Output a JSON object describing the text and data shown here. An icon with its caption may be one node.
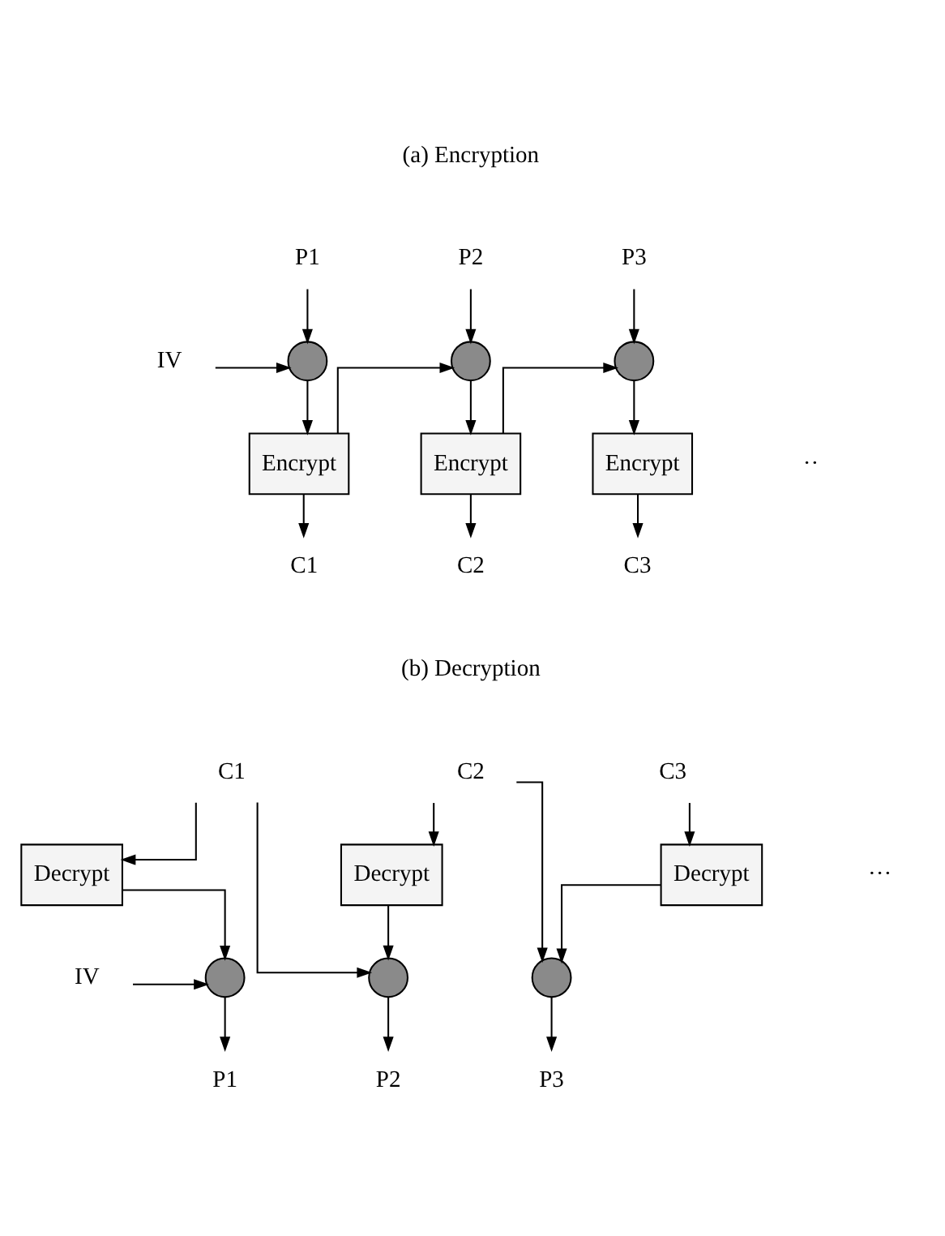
{
  "diagram": {
    "nodes": [
      {
        "text": [
          "P1"
        ]
      },
      {
        "text": [
          "P2"
        ]
      },
      {
        "text": [
          "P3"
        ]
      },
      {
        "text": [
          "IV"
        ]
      },
      {
        "text": [],
        "shape": "circle"
      },
      {
        "text": [],
        "shape": "circle"
      },
      {
        "text": [],
        "shape": "circle"
      },
      {
        "text": [
          "Encrypt"
        ]
      },
      {
        "text": [
          "Encrypt"
        ]
      },
      {
        "text": [
          "Encrypt"
        ]
      },
      {
        "text": [
          "C1"
        ]
      },
      {
        "text": [
          "C2"
        ]
      },
      {
        "text": [
          "C3"
        ]
      },
      {
        "text": [
          "C1"
        ]
      },
      {
        "text": [
          "C2"
        ]
      },
      {
        "text": [
          "C3"
        ]
      },
      {
        "text": [
          "Decrypt"
        ]
      },
      {
        "text": [
          "Decrypt"
        ]
      },
      {
        "text": [
          "Decrypt"
        ]
      },
      {
        "text": [
          "IV"
        ]
      },
      {
        "text": [],
        "shape": "circle"
      },
      {
        "text": [],
        "shape": "circle"
      },
      {
        "text": [],
        "shape": "circle"
      },
      {
        "text": [
          "P1"
        ]
      },
      {
        "text": [
          "P2"
        ]
      },
      {
        "text": [
          "P3"
        ]
      }
    ],
    "edges": [
      {
        "from": 0,
        "to": 4,
        "arrow": "to"
      },
      {
        "from": 3,
        "to": 4,
        "arrow": "to"
      },
      {
        "from": 4,
        "to": 7,
        "arrow": "to"
      },
      {
        "from": 7,
        "to": 10,
        "arrow": "to"
      },
      {
        "from": 7,
        "to": 5,
        "arrow": "to"
      },
      {
        "from": 1,
        "to": 5,
        "arrow": "to"
      },
      {
        "from": 5,
        "to": 8,
        "arrow": "to"
      },
      {
        "from": 8,
        "to": 11,
        "arrow": "to"
      },
      {
        "from": 8,
        "to": 6,
        "arrow": "to"
      },
      {
        "from": 2,
        "to": 6,
        "arrow": "to"
      },
      {
        "from": 6,
        "to": 9,
        "arrow": "to"
      },
      {
        "from": 9,
        "to": 12,
        "arrow": "to"
      },
      {
        "from": 13,
        "to": 16,
        "arrow": "to"
      },
      {
        "from": 13,
        "to": 21,
        "arrow": "to"
      },
      {
        "from": 16,
        "to": 20,
        "arrow": "to"
      },
      {
        "from": 19,
        "to": 20,
        "arrow": "to"
      },
      {
        "from": 20,
        "to": 23,
        "arrow": "to"
      },
      {
        "from": 14,
        "to": 17,
        "arrow": "to"
      },
      {
        "from": 14,
        "to": 22,
        "arrow": "to"
      },
      {
        "from": 17,
        "to": 21,
        "arrow": "to"
      },
      {
        "from": 21,
        "to": 24,
        "arrow": "to"
      },
      {
        "from": 15,
        "to": 18,
        "arrow": "to"
      },
      {
        "from": 18,
        "to": 22,
        "arrow": "to"
      },
      {
        "from": 22,
        "to": 25,
        "arrow": "to"
      }
    ],
    "labels": [
      "(a) Encryption",
      "··",
      "(b) Decryption",
      "···"
    ]
  }
}
